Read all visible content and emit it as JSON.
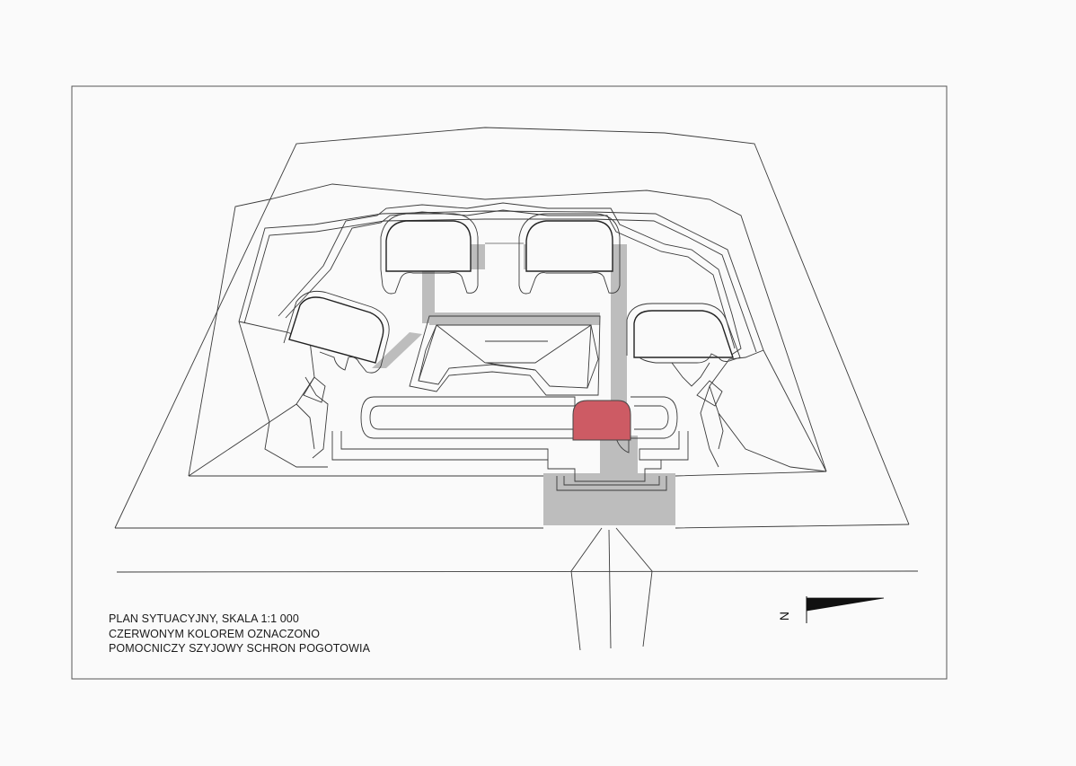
{
  "caption": {
    "line1": "PLAN SYTUACYJNY, SKALA 1:1 000",
    "line2": "CZERWONYM KOLOREM OZNACZONO",
    "line3": "POMOCNICZY SZYJOWY SCHRON POGOTOWIA"
  },
  "north_arrow": {
    "label": "N",
    "icon": "north-arrow-icon"
  },
  "colors": {
    "paper": "#fafafa",
    "line": "#3a3a3a",
    "corridor": "#bdbdbd",
    "highlight": "#cd5b64"
  }
}
